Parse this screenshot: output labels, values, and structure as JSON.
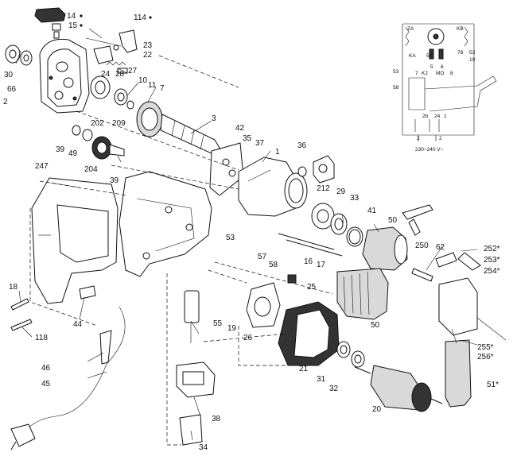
{
  "labels": {
    "p14": "14",
    "p15": "15",
    "p114": "114",
    "p23": "23",
    "p22": "22",
    "p30": "30",
    "p66": "66",
    "p2": "2",
    "p24": "24",
    "p28": "28",
    "p27": "27",
    "p10": "10",
    "p11": "11",
    "p7": "7",
    "p202": "202",
    "p209": "209",
    "p3": "3",
    "p42": "42",
    "p35": "35",
    "p37": "37",
    "p39a": "39",
    "p49": "49",
    "p204": "204",
    "p1": "1",
    "p36": "36",
    "p247": "247",
    "p39b": "39",
    "p212": "212",
    "p29": "29",
    "p33": "33",
    "p41": "41",
    "p50a": "50",
    "p250": "250",
    "p62": "62",
    "p53": "53",
    "p57": "57",
    "p58": "58",
    "p16": "16",
    "p17": "17",
    "p252": "252*",
    "p253": "253*",
    "p254": "254*",
    "p18": "18",
    "p25": "25",
    "p44": "44",
    "p55": "55",
    "p19": "19",
    "p50b": "50",
    "p118": "118",
    "p26": "26",
    "p21": "21",
    "p255": "255*",
    "p256": "256*",
    "p46": "46",
    "p45": "45",
    "p31": "31",
    "p32": "32",
    "p51": "51*",
    "p38": "38",
    "p20": "20",
    "p34": "34"
  },
  "schematic": {
    "za": "ZA",
    "kb": "KB",
    "ka": "KA",
    "n57": "57",
    "n78": "78",
    "n53r": "53",
    "n19": "19",
    "n53l": "53",
    "n58": "58",
    "n5": "5",
    "n6": "6",
    "n7": "7",
    "kj": "KJ",
    "mo": "MO",
    "n8": "8",
    "n2b": "2b",
    "n24": "24",
    "n1": "1",
    "n2": "2",
    "n2s": "2",
    "voltage": "230~240 V~"
  }
}
